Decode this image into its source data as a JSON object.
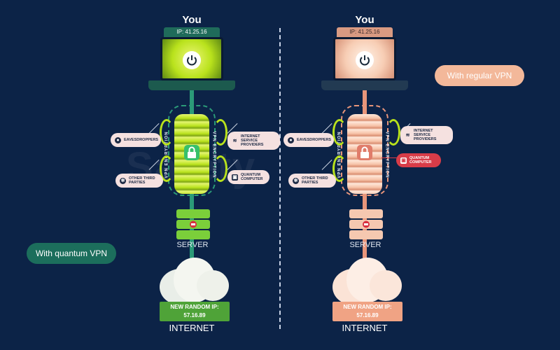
{
  "left": {
    "you_label": "You",
    "ip": "IP: 41.25.16",
    "vpn_label_left": "VPN ENCRYPTION",
    "vpn_label_right": "VPN ENCRYPTION",
    "threats": {
      "eavesdroppers": "EAVESDROPPERS",
      "other_third_parties": "OTHER THIRD PARTIES",
      "isp": "INTERNET SERVICE PROVIDERS",
      "quantum": "QUANTUM COMPUTER"
    },
    "server_label": "SERVER",
    "new_ip_label": "NEW RANDOM IP:",
    "new_ip": "57.16.89",
    "internet_label": "INTERNET",
    "caption": "With quantum VPN",
    "accent_color": "#b9e21c"
  },
  "right": {
    "you_label": "You",
    "ip": "IP: 41.25.16",
    "vpn_label_left": "VPN ENCRYPTION",
    "vpn_label_right": "VPN ENCRYPTION",
    "threats": {
      "eavesdroppers": "EAVESDROPPERS",
      "other_third_parties": "OTHER THIRD PARTIES",
      "isp": "INTERNET SERVICE PROVIDERS",
      "quantum": "QUANTUM COMPUTER"
    },
    "server_label": "SERVER",
    "new_ip_label": "NEW RANDOM IP:",
    "new_ip": "57.16.89",
    "internet_label": "INTERNET",
    "caption": "With regular VPN",
    "accent_color": "#f3b89a"
  },
  "watermark": "Safety"
}
